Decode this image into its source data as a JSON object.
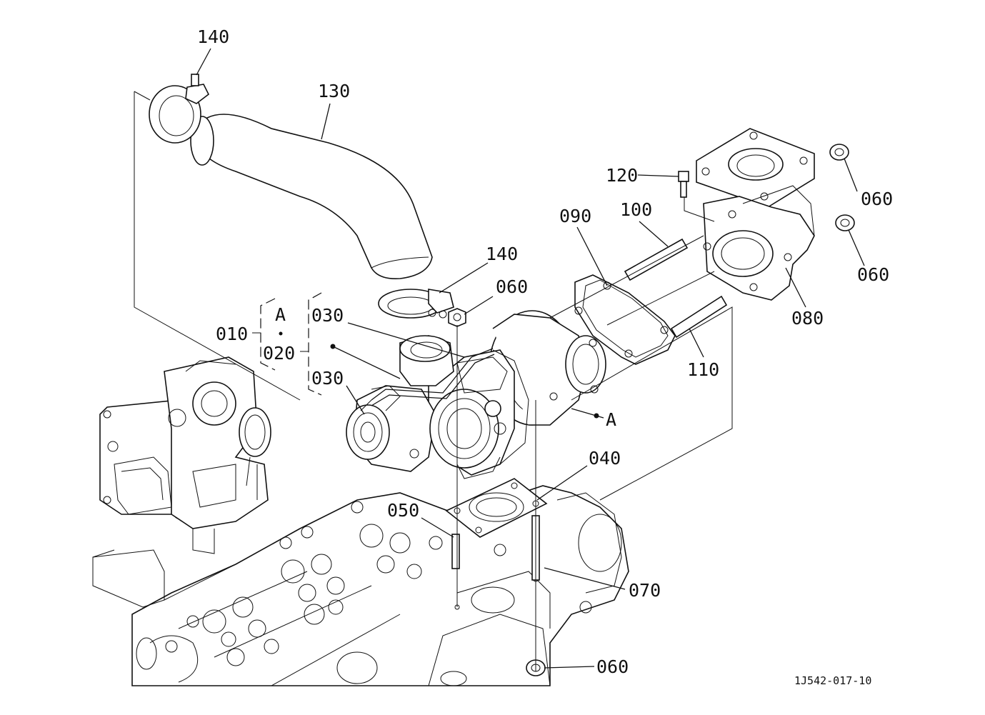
{
  "callouts": {
    "c140_top": "140",
    "c130": "130",
    "c140_mid": "140",
    "c060_center": "060",
    "c120": "120",
    "c100": "100",
    "c090": "090",
    "c060_right_top": "060",
    "c060_right_mid": "060",
    "c080": "080",
    "c110": "110",
    "c010": "010",
    "c020": "020",
    "c030_upper": "030",
    "c030_lower": "030",
    "cA_group": "A",
    "cA_turbo": "A",
    "c040": "040",
    "c050": "050",
    "c070": "070",
    "c060_bottom": "060"
  },
  "drawing_id": "1J542-017-10"
}
